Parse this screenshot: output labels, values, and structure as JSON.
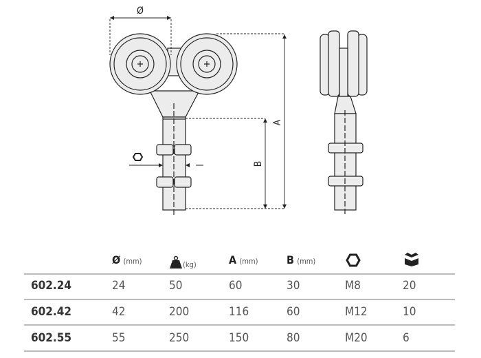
{
  "drawing": {
    "diameter_label": "Ø",
    "a_label": "A",
    "b_label": "B"
  },
  "table": {
    "headers": [
      {
        "symbol": "Ø",
        "unit": "(mm)",
        "icon": "diameter"
      },
      {
        "symbol": "",
        "unit": "(kg)",
        "icon": "weight-icon"
      },
      {
        "symbol": "A",
        "unit": "(mm)",
        "icon": ""
      },
      {
        "symbol": "B",
        "unit": "(mm)",
        "icon": ""
      },
      {
        "symbol": "",
        "unit": "",
        "icon": "hex-nut-icon"
      },
      {
        "symbol": "",
        "unit": "",
        "icon": "box-icon"
      }
    ],
    "rows": [
      {
        "code": "602.24",
        "diameter": "24",
        "load": "50",
        "a": "60",
        "b": "30",
        "thread": "M8",
        "pack": "20"
      },
      {
        "code": "602.42",
        "diameter": "42",
        "load": "200",
        "a": "116",
        "b": "60",
        "thread": "M12",
        "pack": "10"
      },
      {
        "code": "602.55",
        "diameter": "55",
        "load": "250",
        "a": "150",
        "b": "80",
        "thread": "M20",
        "pack": "6"
      }
    ]
  }
}
